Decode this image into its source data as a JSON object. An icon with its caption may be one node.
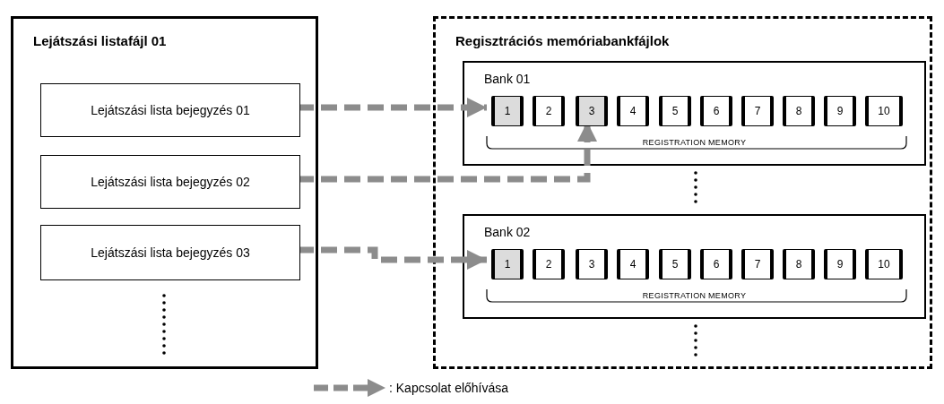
{
  "diagram": {
    "nodes": [
      {
        "text": [
          "Lejátszási listafájl 01"
        ]
      },
      {
        "text": [
          "Lejátszási lista bejegyzés 01"
        ],
        "in": 0
      },
      {
        "text": [
          "Lejátszási lista bejegyzés 02"
        ],
        "in": 0
      },
      {
        "text": [
          "Lejátszási lista bejegyzés 03"
        ],
        "in": 0
      },
      {
        "text": [
          "Regisztrációs memóriabankfájlok"
        ]
      },
      {
        "text": [
          "Bank 01",
          "REGISTRATION MEMORY"
        ],
        "in": 4
      },
      {
        "text": [
          "1"
        ],
        "in": 5
      },
      {
        "text": [
          "2"
        ],
        "in": 5
      },
      {
        "text": [
          "3"
        ],
        "in": 5
      },
      {
        "text": [
          "4"
        ],
        "in": 5
      },
      {
        "text": [
          "5"
        ],
        "in": 5
      },
      {
        "text": [
          "6"
        ],
        "in": 5
      },
      {
        "text": [
          "7"
        ],
        "in": 5
      },
      {
        "text": [
          "8"
        ],
        "in": 5
      },
      {
        "text": [
          "9"
        ],
        "in": 5
      },
      {
        "text": [
          "10"
        ],
        "in": 5
      },
      {
        "text": [
          "Bank 02",
          "REGISTRATION MEMORY"
        ],
        "in": 4
      },
      {
        "text": [
          "1"
        ],
        "in": 16
      },
      {
        "text": [
          "2"
        ],
        "in": 16
      },
      {
        "text": [
          "3"
        ],
        "in": 16
      },
      {
        "text": [
          "4"
        ],
        "in": 16
      },
      {
        "text": [
          "5"
        ],
        "in": 16
      },
      {
        "text": [
          "6"
        ],
        "in": 16
      },
      {
        "text": [
          "7"
        ],
        "in": 16
      },
      {
        "text": [
          "8"
        ],
        "in": 16
      },
      {
        "text": [
          "9"
        ],
        "in": 16
      },
      {
        "text": [
          "10"
        ],
        "in": 16
      }
    ],
    "edges": [
      {
        "from": 1,
        "to": 6,
        "arrow": "to",
        "style": "dashed"
      },
      {
        "from": 2,
        "to": 8,
        "arrow": "to",
        "style": "dashed"
      },
      {
        "from": 3,
        "to": 17,
        "arrow": "to",
        "style": "dashed"
      }
    ],
    "legend": [
      {
        "text": ": Kapcsolat előhívása"
      }
    ]
  }
}
